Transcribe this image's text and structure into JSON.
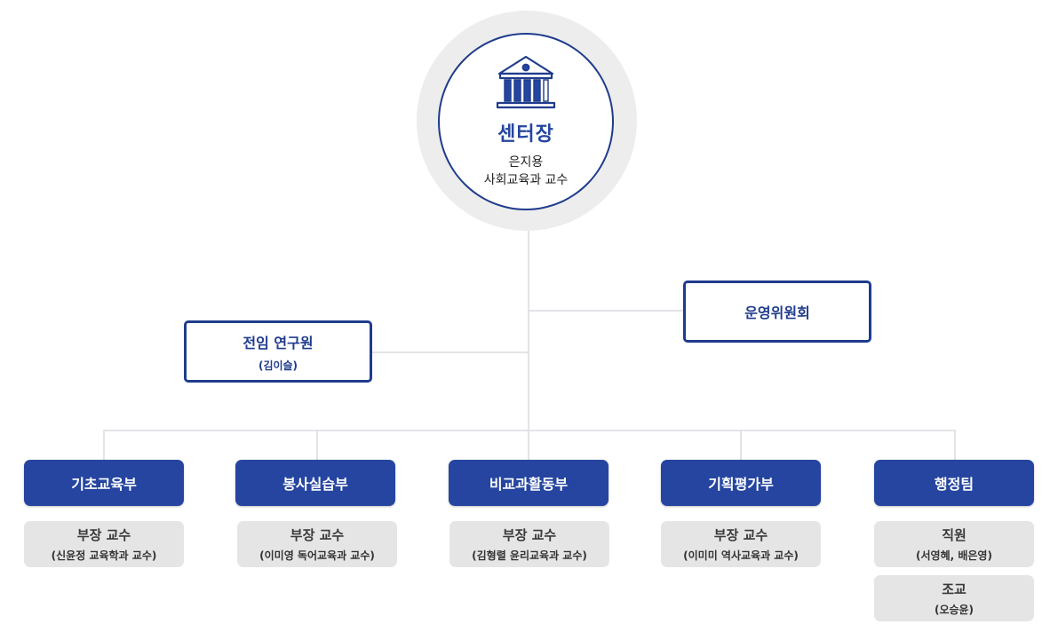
{
  "director": {
    "title": "센터장",
    "name": "은지용",
    "affiliation": "사회교육과 교수",
    "icon": "building-columns-icon"
  },
  "committee": {
    "title": "운영위원회"
  },
  "researcher": {
    "title": "전임 연구원",
    "name": "(김이슬)"
  },
  "departments": [
    {
      "title": "기초교육부",
      "members": [
        {
          "role": "부장 교수",
          "name": "(신윤정 교육학과 교수)"
        }
      ]
    },
    {
      "title": "봉사실습부",
      "members": [
        {
          "role": "부장 교수",
          "name": "(이미영 독어교육과 교수)"
        }
      ]
    },
    {
      "title": "비교과활동부",
      "members": [
        {
          "role": "부장 교수",
          "name": "(김형렬 윤리교육과 교수)"
        }
      ]
    },
    {
      "title": "기획평가부",
      "members": [
        {
          "role": "부장 교수",
          "name": "(이미미 역사교육과 교수)"
        }
      ]
    },
    {
      "title": "행정팀",
      "members": [
        {
          "role": "직원",
          "name": "(서영혜, 배은영)"
        },
        {
          "role": "조교",
          "name": "(오승윤)"
        }
      ]
    }
  ],
  "colors": {
    "primary": "#2545a0",
    "outline": "#1f3c8c",
    "connector": "#e3e4e8",
    "halo": "#ededed",
    "member_bg": "#e5e5e5"
  }
}
